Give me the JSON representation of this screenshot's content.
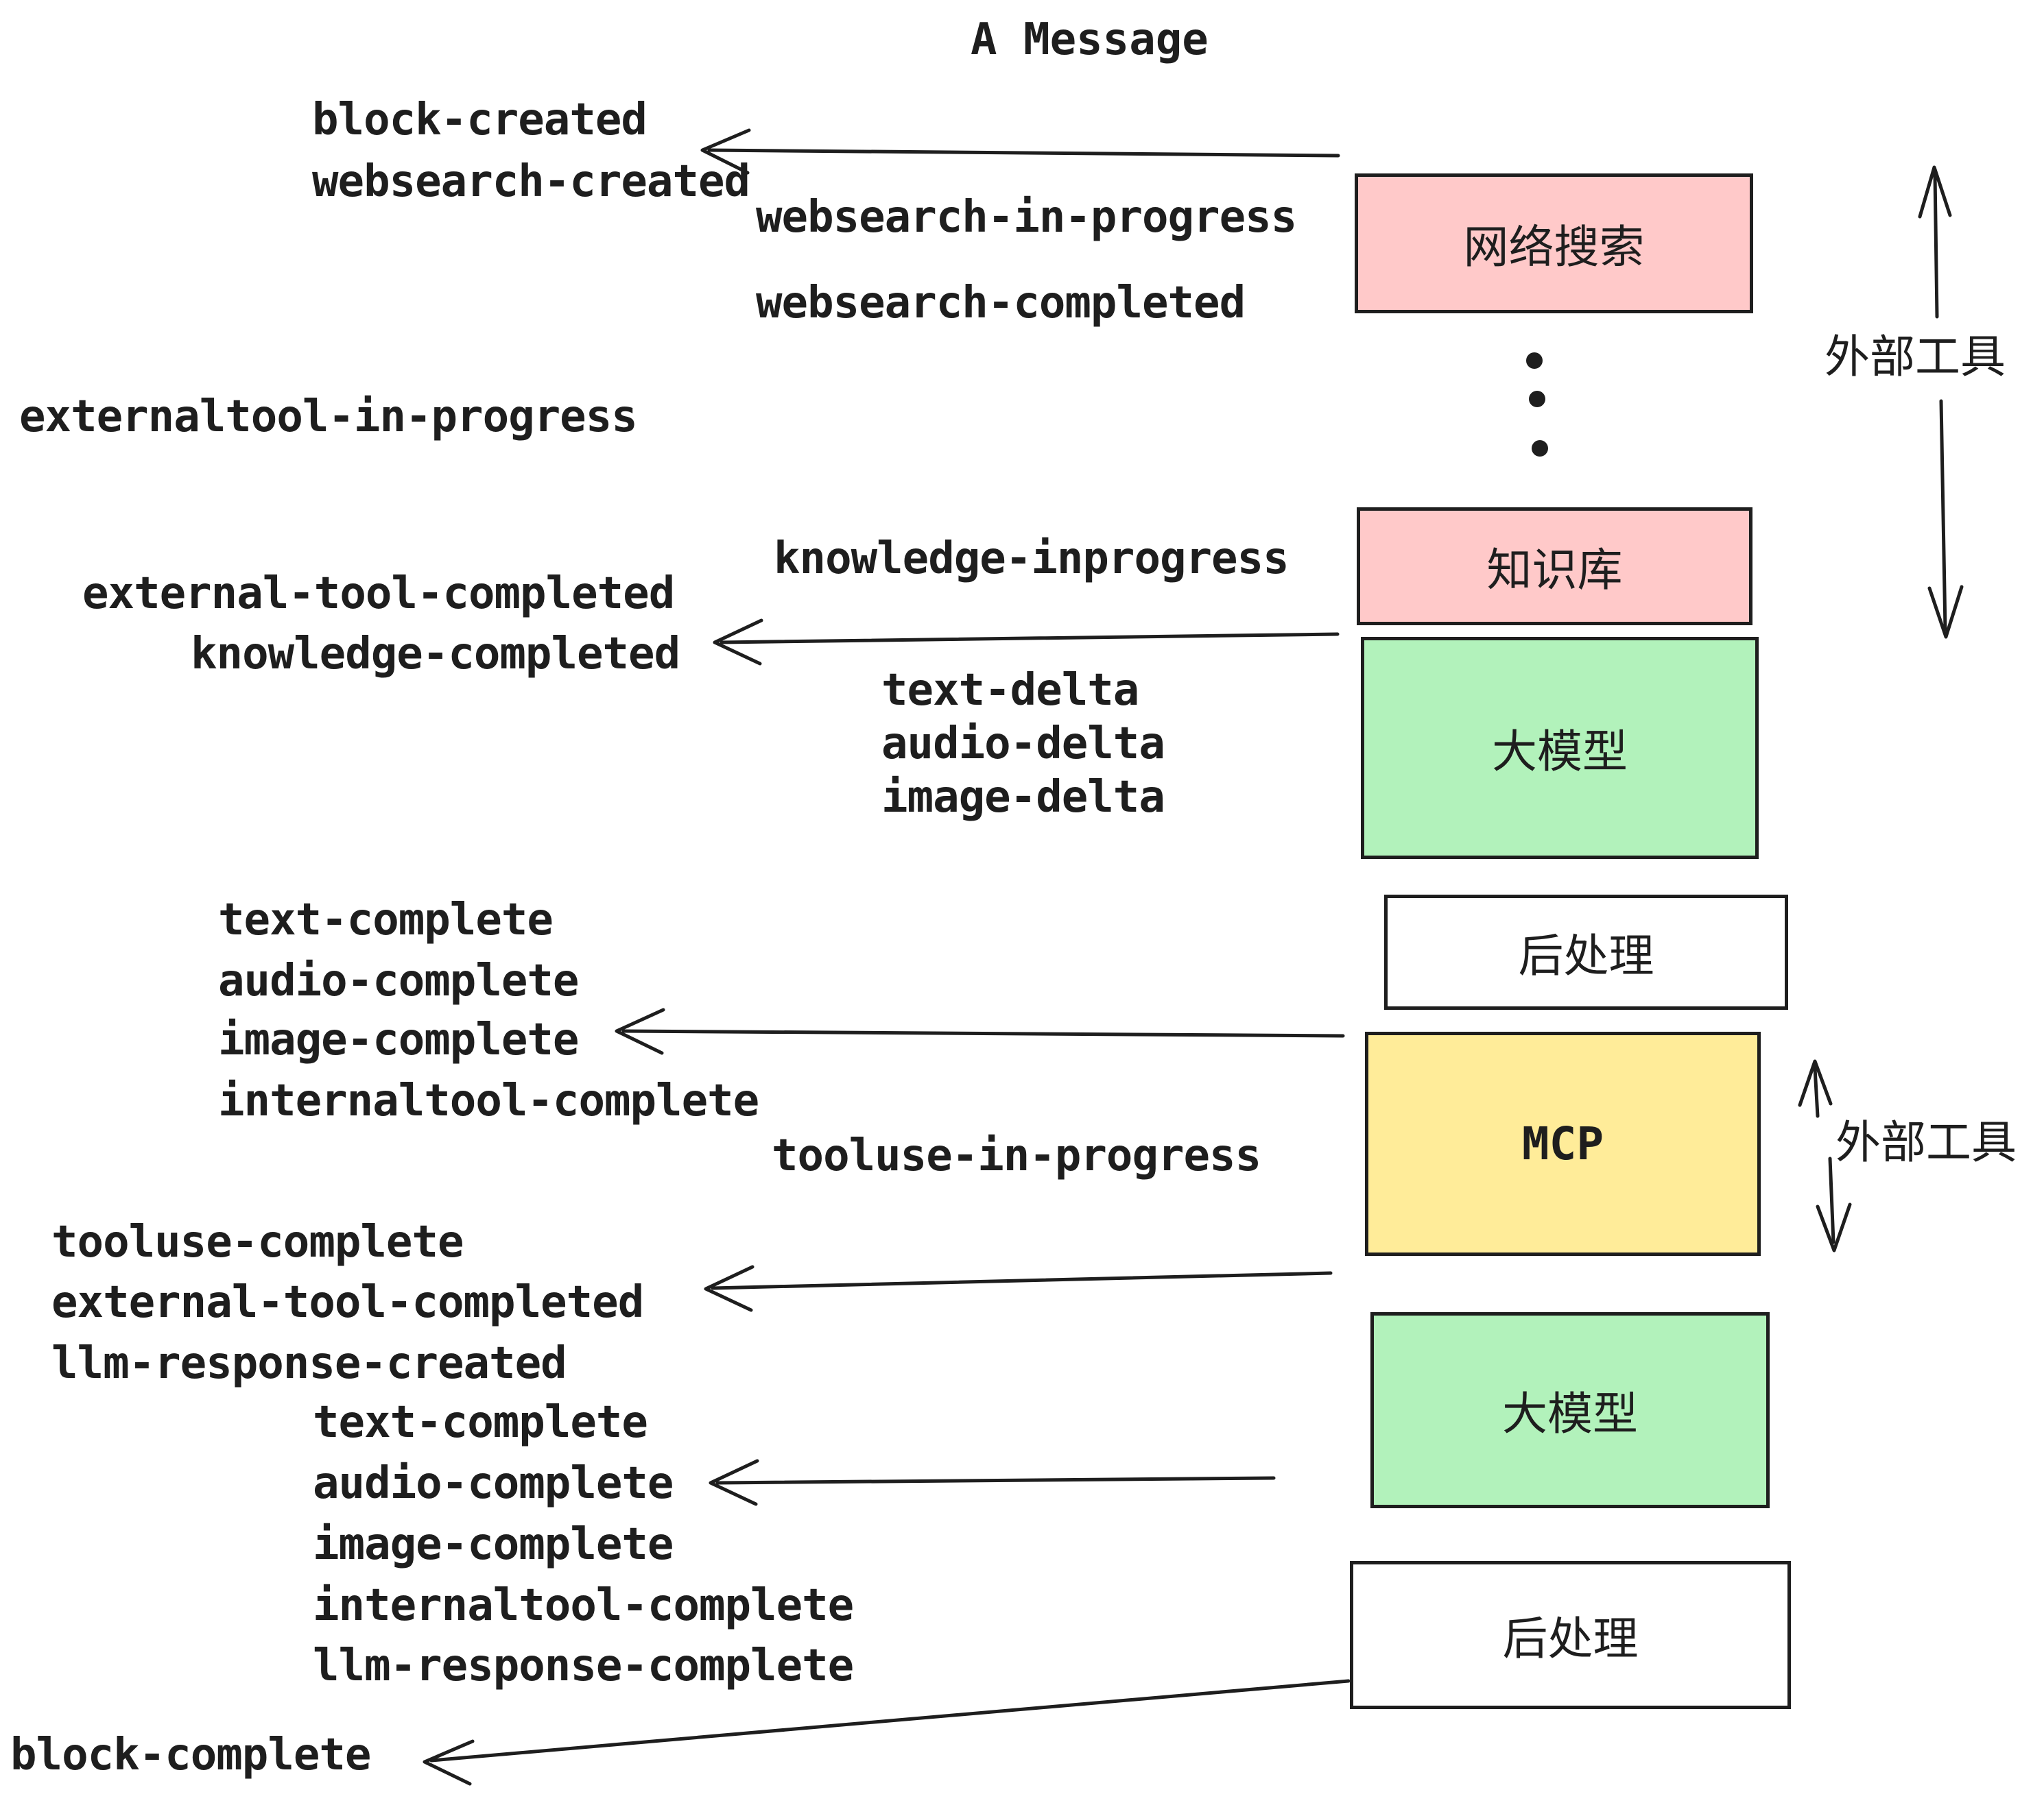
{
  "title": "A Message",
  "events": {
    "block_created": "block-created",
    "websearch_created": "websearch-created",
    "websearch_in_progress": "websearch-in-progress",
    "websearch_completed": "websearch-completed",
    "externaltool_in_progress": "externaltool-in-progress",
    "knowledge_inprogress": "knowledge-inprogress",
    "external_tool_completed_1": "external-tool-completed",
    "knowledge_completed": "knowledge-completed",
    "text_delta_1": "text-delta",
    "audio_delta_1": "audio-delta",
    "image_delta_1": "image-delta",
    "text_complete_1": "text-complete",
    "audio_complete_1": "audio-complete",
    "image_complete_1": "image-complete",
    "internaltool_complete_1": "internaltool-complete",
    "tooluse_in_progress": "tooluse-in-progress",
    "tooluse_complete": "tooluse-complete",
    "external_tool_completed_2": "external-tool-completed",
    "llm_response_created": "llm-response-created",
    "text_complete_2": "text-complete",
    "audio_complete_2": "audio-complete",
    "image_complete_2": "image-complete",
    "internaltool_complete_2": "internaltool-complete",
    "llm_response_complete": "llm-response-complete",
    "block_complete": "block-complete"
  },
  "boxes": {
    "websearch": {
      "label": "网络搜索",
      "color": "#FFC9C9"
    },
    "knowledge": {
      "label": "知识库",
      "color": "#FFC9C9"
    },
    "llm1": {
      "label": "大模型",
      "color": "#B2F2BB"
    },
    "post1": {
      "label": "后处理",
      "color": "#FFFFFF"
    },
    "mcp": {
      "label": "MCP",
      "color": "#FFEC99"
    },
    "llm2": {
      "label": "大模型",
      "color": "#B2F2BB"
    },
    "post2": {
      "label": "后处理",
      "color": "#FFFFFF"
    }
  },
  "side_labels": {
    "external_tools_top": "外部工具",
    "external_tools_mcp": "外部工具"
  },
  "colors": {
    "ink": "#1E1E1E"
  }
}
